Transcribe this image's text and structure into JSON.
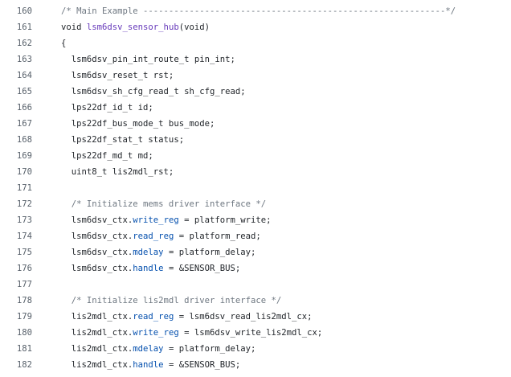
{
  "lines": [
    {
      "n": "160",
      "segs": [
        {
          "t": "/* Main Example -----------------------------------------------------------*/",
          "cls": "c"
        }
      ]
    },
    {
      "n": "161",
      "segs": [
        {
          "t": "void ",
          "cls": "k"
        },
        {
          "t": "lsm6dsv_sensor_hub",
          "cls": "f"
        },
        {
          "t": "(void)",
          "cls": "p"
        }
      ]
    },
    {
      "n": "162",
      "segs": [
        {
          "t": "{",
          "cls": "p"
        }
      ]
    },
    {
      "n": "163",
      "segs": [
        {
          "t": "  lsm6dsv_pin_int_route_t pin_int;",
          "cls": "p"
        }
      ]
    },
    {
      "n": "164",
      "segs": [
        {
          "t": "  lsm6dsv_reset_t rst;",
          "cls": "p"
        }
      ]
    },
    {
      "n": "165",
      "segs": [
        {
          "t": "  lsm6dsv_sh_cfg_read_t sh_cfg_read;",
          "cls": "p"
        }
      ]
    },
    {
      "n": "166",
      "segs": [
        {
          "t": "  lps22df_id_t id;",
          "cls": "p"
        }
      ]
    },
    {
      "n": "167",
      "segs": [
        {
          "t": "  lps22df_bus_mode_t bus_mode;",
          "cls": "p"
        }
      ]
    },
    {
      "n": "168",
      "segs": [
        {
          "t": "  lps22df_stat_t status;",
          "cls": "p"
        }
      ]
    },
    {
      "n": "169",
      "segs": [
        {
          "t": "  lps22df_md_t md;",
          "cls": "p"
        }
      ]
    },
    {
      "n": "170",
      "segs": [
        {
          "t": "  uint8_t lis2mdl_rst;",
          "cls": "p"
        }
      ]
    },
    {
      "n": "171",
      "segs": []
    },
    {
      "n": "172",
      "segs": [
        {
          "t": "  /* Initialize mems driver interface */",
          "cls": "c"
        }
      ]
    },
    {
      "n": "173",
      "segs": [
        {
          "t": "  lsm6dsv_ctx.",
          "cls": "p"
        },
        {
          "t": "write_reg",
          "cls": "m"
        },
        {
          "t": " = platform_write;",
          "cls": "p"
        }
      ]
    },
    {
      "n": "174",
      "segs": [
        {
          "t": "  lsm6dsv_ctx.",
          "cls": "p"
        },
        {
          "t": "read_reg",
          "cls": "m"
        },
        {
          "t": " = platform_read;",
          "cls": "p"
        }
      ]
    },
    {
      "n": "175",
      "segs": [
        {
          "t": "  lsm6dsv_ctx.",
          "cls": "p"
        },
        {
          "t": "mdelay",
          "cls": "m"
        },
        {
          "t": " = platform_delay;",
          "cls": "p"
        }
      ]
    },
    {
      "n": "176",
      "segs": [
        {
          "t": "  lsm6dsv_ctx.",
          "cls": "p"
        },
        {
          "t": "handle",
          "cls": "m"
        },
        {
          "t": " = &SENSOR_BUS;",
          "cls": "p"
        }
      ]
    },
    {
      "n": "177",
      "segs": []
    },
    {
      "n": "178",
      "segs": [
        {
          "t": "  /* Initialize lis2mdl driver interface */",
          "cls": "c"
        }
      ]
    },
    {
      "n": "179",
      "segs": [
        {
          "t": "  lis2mdl_ctx.",
          "cls": "p"
        },
        {
          "t": "read_reg",
          "cls": "m"
        },
        {
          "t": " = lsm6dsv_read_lis2mdl_cx;",
          "cls": "p"
        }
      ]
    },
    {
      "n": "180",
      "segs": [
        {
          "t": "  lis2mdl_ctx.",
          "cls": "p"
        },
        {
          "t": "write_reg",
          "cls": "m"
        },
        {
          "t": " = lsm6dsv_write_lis2mdl_cx;",
          "cls": "p"
        }
      ]
    },
    {
      "n": "181",
      "segs": [
        {
          "t": "  lis2mdl_ctx.",
          "cls": "p"
        },
        {
          "t": "mdelay",
          "cls": "m"
        },
        {
          "t": " = platform_delay;",
          "cls": "p"
        }
      ]
    },
    {
      "n": "182",
      "segs": [
        {
          "t": "  lis2mdl_ctx.",
          "cls": "p"
        },
        {
          "t": "handle",
          "cls": "m"
        },
        {
          "t": " = &SENSOR_BUS;",
          "cls": "p"
        }
      ]
    }
  ]
}
